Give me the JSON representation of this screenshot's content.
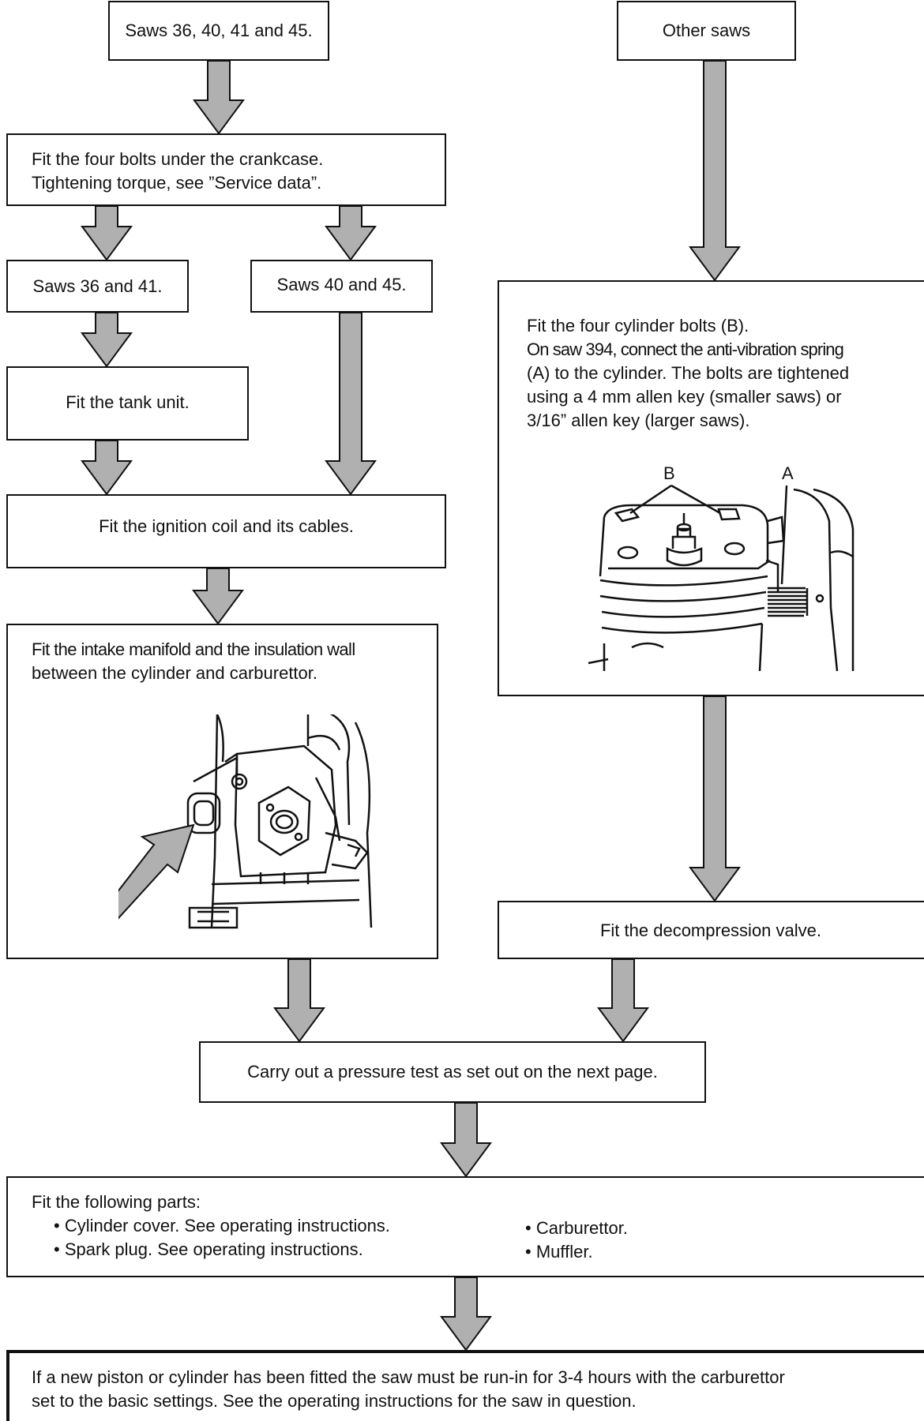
{
  "boxes": {
    "saws_36_40_41_45": "Saws 36, 40, 41 and 45.",
    "other_saws": "Other saws",
    "fit_bolts_crankcase": "Fit the four bolts under the crankcase.",
    "tightening_torque": "Tightening torque, see ”Service data”.",
    "saws_36_41": "Saws 36 and 41.",
    "saws_40_45": "Saws 40 and 45.",
    "fit_tank_unit": "Fit the tank unit.",
    "fit_ignition_coil": "Fit the ignition coil and its cables.",
    "fit_intake_line1": "Fit the intake manifold and the insulation wall",
    "fit_intake_line2": "between the cylinder and carburettor.",
    "cyl_bolts_line1": "Fit the four cylinder bolts (B).",
    "cyl_bolts_line2": "On saw 394, connect the anti-vibration spring",
    "cyl_bolts_line3": "(A) to the cylinder. The bolts are tightened",
    "cyl_bolts_line4": "using a  4 mm allen key (smaller saws) or",
    "cyl_bolts_line5": "3/16” allen key (larger saws).",
    "label_b": "B",
    "label_a": "A",
    "fit_decompression": "Fit the decompression valve.",
    "pressure_test": "Carry out a pressure test as set out on the next page.",
    "fit_parts_title": "Fit the following parts:",
    "parts_left": [
      "• Cylinder cover. See operating instructions.",
      "• Spark plug. See operating instructions."
    ],
    "parts_right": [
      "• Carburettor.",
      "• Muffler."
    ],
    "runin_line1": "If a new piston or cylinder has been fitted the saw must be run-in for 3-4 hours with the carburettor",
    "runin_line2": "set to the basic settings. See the operating instructions for the saw in question."
  },
  "colors": {
    "arrow_fill": "#b0b0b0",
    "stroke": "#111111"
  }
}
